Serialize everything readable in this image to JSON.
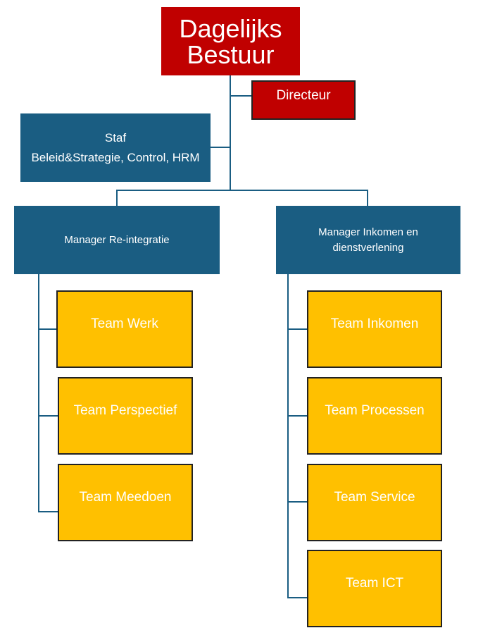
{
  "chart": {
    "top": {
      "label": "Dagelijks Bestuur",
      "color": "#c00000"
    },
    "assistant": {
      "label": "Directeur",
      "color": "#c00000"
    },
    "staff": {
      "title": "Staf",
      "subtitle": "Beleid&Strategie, Control, HRM",
      "color": "#1a5d82"
    },
    "managers": [
      {
        "label": "Manager Re-integratie",
        "color": "#1a5d82",
        "teams": [
          "Team Werk",
          "Team Perspectief",
          "Team Meedoen"
        ]
      },
      {
        "label": "Manager Inkomen en dienstverlening",
        "color": "#1a5d82",
        "teams": [
          "Team Inkomen",
          "Team Processen",
          "Team Service",
          "Team ICT"
        ]
      }
    ],
    "team_color": "#ffc000"
  }
}
